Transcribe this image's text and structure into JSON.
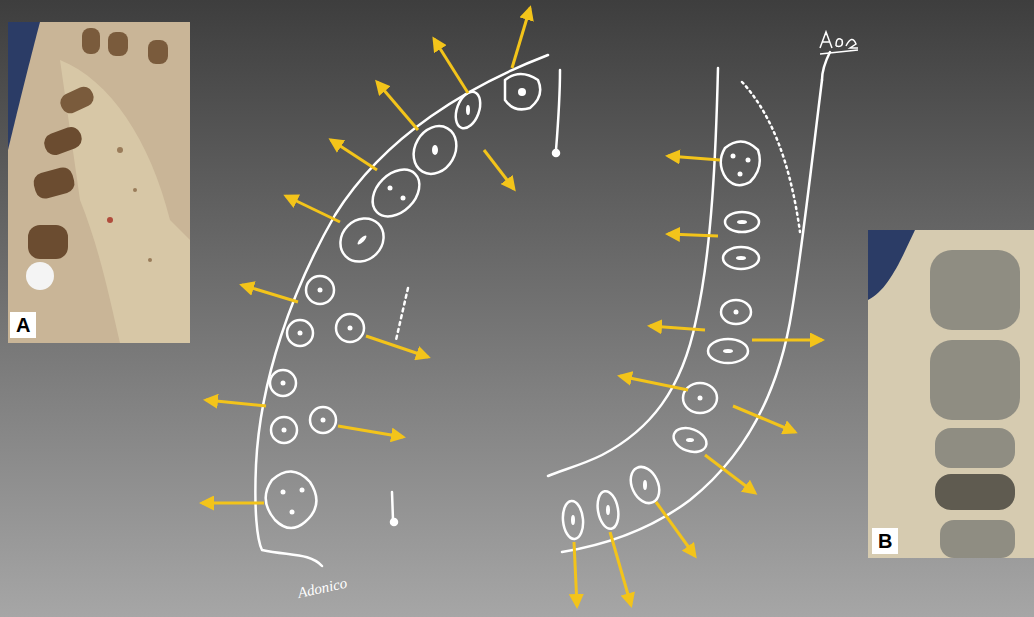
{
  "diagram": {
    "labels": [
      "A",
      "B",
      "Adonico"
    ]
  }
}
